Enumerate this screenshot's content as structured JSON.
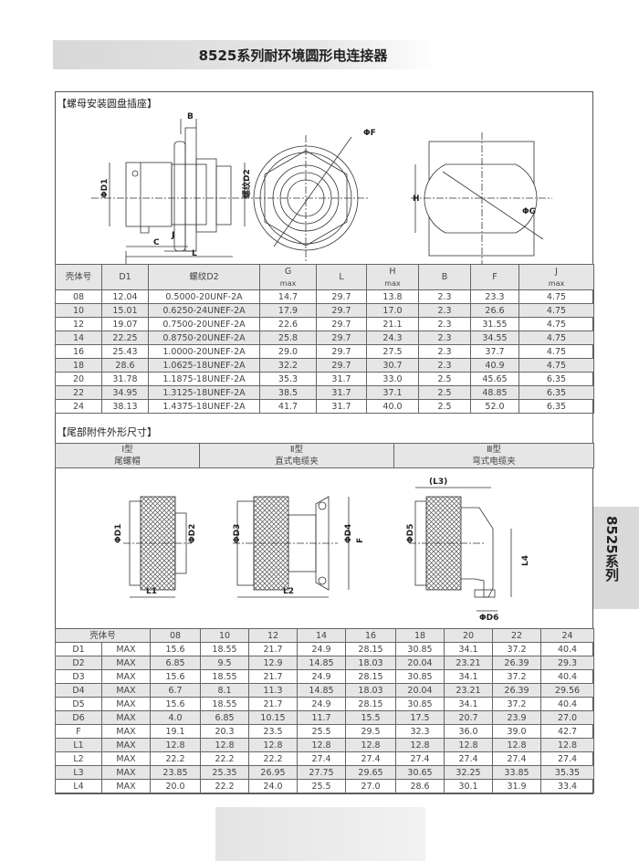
{
  "title": "8525系列耐环境圆形电连接器",
  "side_tab": "8525系列",
  "section1": {
    "label": "【螺母安装圆盘插座】",
    "drawing_labels": {
      "b": "B",
      "d1": "ΦD1",
      "d2": "螺纹D2",
      "j": "J",
      "c": "C",
      "l": "L",
      "f": "ΦF",
      "h": "H",
      "g": "ΦG"
    },
    "headers": [
      [
        "壳体号",
        ""
      ],
      [
        "D1",
        ""
      ],
      [
        "螺纹D2",
        ""
      ],
      [
        "G",
        "max"
      ],
      [
        "L",
        ""
      ],
      [
        "H",
        "max"
      ],
      [
        "B",
        ""
      ],
      [
        "F",
        ""
      ],
      [
        "J",
        "max"
      ]
    ],
    "rows": [
      [
        "08",
        "12.04",
        "0.5000-20UNF-2A",
        "14.7",
        "29.7",
        "13.8",
        "2.3",
        "23.3",
        "4.75"
      ],
      [
        "10",
        "15.01",
        "0.6250-24UNEF-2A",
        "17.9",
        "29.7",
        "17.0",
        "2.3",
        "26.6",
        "4.75"
      ],
      [
        "12",
        "19.07",
        "0.7500-20UNEF-2A",
        "22.6",
        "29.7",
        "21.1",
        "2.3",
        "31.55",
        "4.75"
      ],
      [
        "14",
        "22.25",
        "0.8750-20UNEF-2A",
        "25.8",
        "29.7",
        "24.3",
        "2.3",
        "34.55",
        "4.75"
      ],
      [
        "16",
        "25.43",
        "1.0000-20UNEF-2A",
        "29.0",
        "29.7",
        "27.5",
        "2.3",
        "37.7",
        "4.75"
      ],
      [
        "18",
        "28.6",
        "1.0625-18UNEF-2A",
        "32.2",
        "29.7",
        "30.7",
        "2.3",
        "40.9",
        "4.75"
      ],
      [
        "20",
        "31.78",
        "1.1875-18UNEF-2A",
        "35.3",
        "31.7",
        "33.0",
        "2.5",
        "45.65",
        "6.35"
      ],
      [
        "22",
        "34.95",
        "1.3125-18UNEF-2A",
        "38.5",
        "31.7",
        "37.1",
        "2.5",
        "48.85",
        "6.35"
      ],
      [
        "24",
        "38.13",
        "1.4375-18UNEF-2A",
        "41.7",
        "31.7",
        "40.0",
        "2.5",
        "52.0",
        "6.35"
      ]
    ]
  },
  "section2": {
    "label": "【尾部附件外形尺寸】",
    "types": [
      {
        "type": "Ⅰ型",
        "name": "尾螺帽"
      },
      {
        "type": "Ⅱ型",
        "name": "直式电缆夹"
      },
      {
        "type": "Ⅲ型",
        "name": "弯式电缆夹"
      }
    ],
    "drawing_labels": {
      "d1": "ΦD1",
      "d2": "ΦD2",
      "l1": "L1",
      "d3": "ΦD3",
      "d4": "ΦD4",
      "f": "F",
      "l2": "L2",
      "l3": "(L3)",
      "d5": "ΦD5",
      "l4": "L4",
      "d6": "ΦD6"
    },
    "header_label": "壳体号",
    "sizes": [
      "08",
      "10",
      "12",
      "14",
      "16",
      "18",
      "20",
      "22",
      "24"
    ],
    "rows": [
      [
        "D1",
        "MAX",
        "15.6",
        "18.55",
        "21.7",
        "24.9",
        "28.15",
        "30.85",
        "34.1",
        "37.2",
        "40.4"
      ],
      [
        "D2",
        "MAX",
        "6.85",
        "9.5",
        "12.9",
        "14.85",
        "18.03",
        "20.04",
        "23.21",
        "26.39",
        "29.3"
      ],
      [
        "D3",
        "MAX",
        "15.6",
        "18.55",
        "21.7",
        "24.9",
        "28.15",
        "30.85",
        "34.1",
        "37.2",
        "40.4"
      ],
      [
        "D4",
        "MAX",
        "6.7",
        "8.1",
        "11.3",
        "14.85",
        "18.03",
        "20.04",
        "23.21",
        "26.39",
        "29.56"
      ],
      [
        "D5",
        "MAX",
        "15.6",
        "18.55",
        "21.7",
        "24.9",
        "28.15",
        "30.85",
        "34.1",
        "37.2",
        "40.4"
      ],
      [
        "D6",
        "MAX",
        "4.0",
        "6.85",
        "10.15",
        "11.7",
        "15.5",
        "17.5",
        "20.7",
        "23.9",
        "27.0"
      ],
      [
        "F",
        "MAX",
        "19.1",
        "20.3",
        "23.5",
        "25.5",
        "29.5",
        "32.3",
        "36.0",
        "39.0",
        "42.7"
      ],
      [
        "L1",
        "MAX",
        "12.8",
        "12.8",
        "12.8",
        "12.8",
        "12.8",
        "12.8",
        "12.8",
        "12.8",
        "12.8"
      ],
      [
        "L2",
        "MAX",
        "22.2",
        "22.2",
        "22.2",
        "27.4",
        "27.4",
        "27.4",
        "27.4",
        "27.4",
        "27.4"
      ],
      [
        "L3",
        "MAX",
        "23.85",
        "25.35",
        "26.95",
        "27.75",
        "29.65",
        "30.65",
        "32.25",
        "33.85",
        "35.35"
      ],
      [
        "L4",
        "MAX",
        "20.0",
        "22.2",
        "24.0",
        "25.5",
        "27.0",
        "28.6",
        "30.1",
        "31.9",
        "33.4"
      ]
    ]
  }
}
